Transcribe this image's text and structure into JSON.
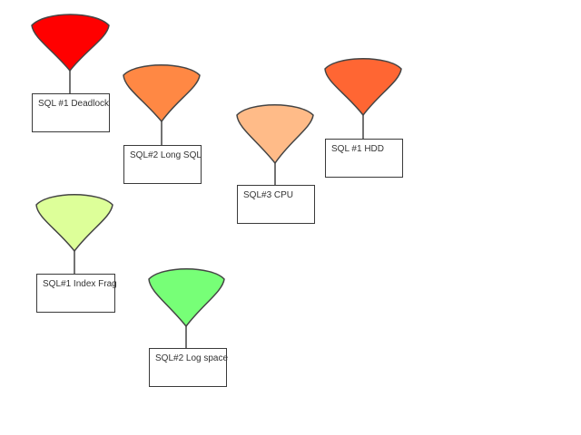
{
  "nodes": [
    {
      "label": "SQL #1 Deadlock",
      "color": "#ff0000"
    },
    {
      "label": "SQL#2 Long SQL",
      "color": "#ff8844"
    },
    {
      "label": "SQL#3 CPU",
      "color": "#ffbb88"
    },
    {
      "label": "SQL #1 HDD",
      "color": "#ff6633"
    },
    {
      "label": "SQL#1 Index Frag",
      "color": "#ddff99"
    },
    {
      "label": "SQL#2 Log space",
      "color": "#77ff77"
    }
  ]
}
